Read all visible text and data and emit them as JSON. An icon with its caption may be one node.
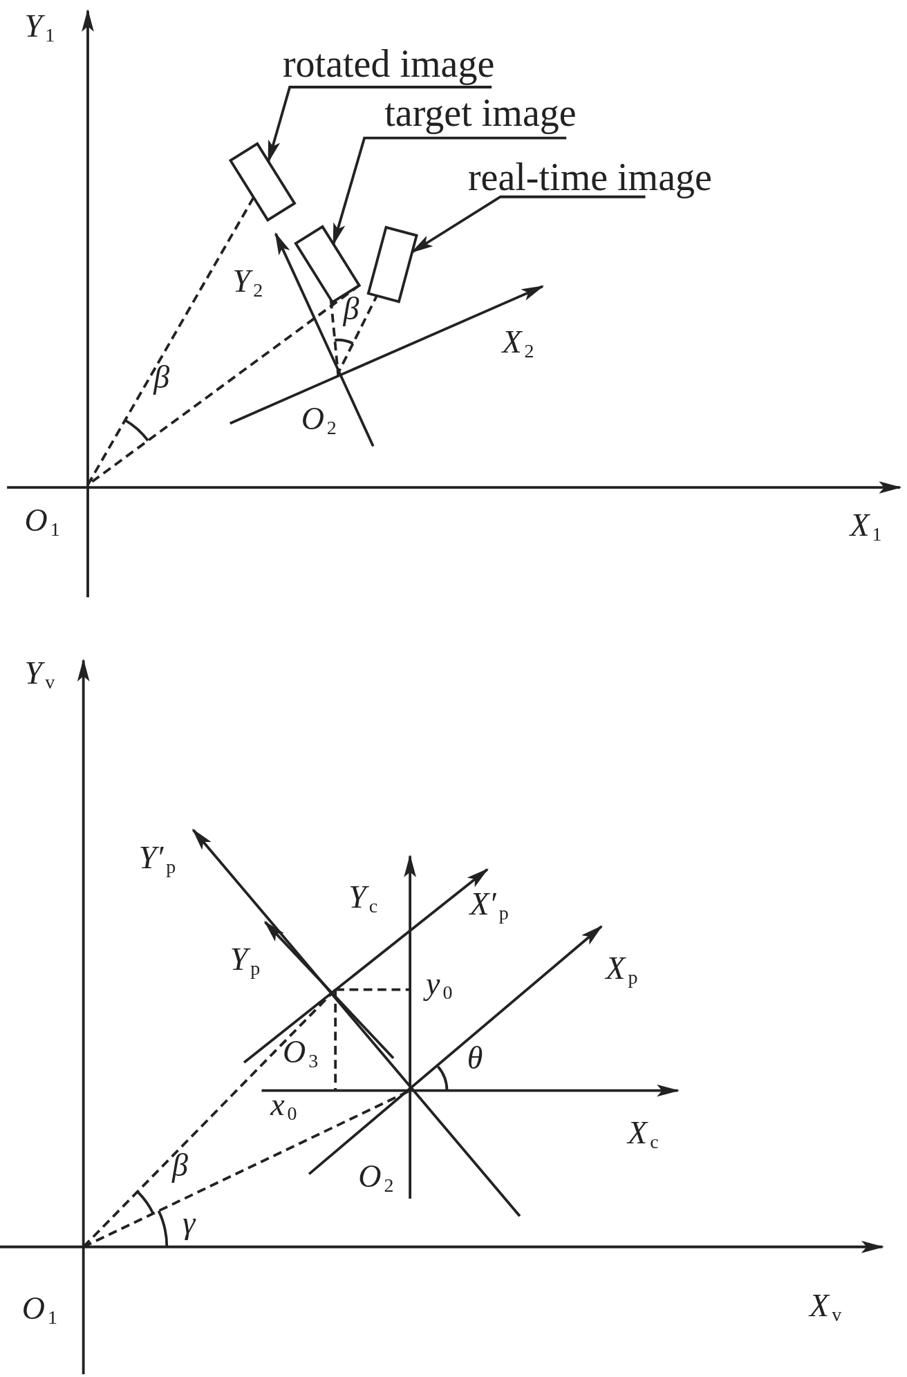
{
  "diagram": {
    "nodes": [
      {
        "text": [
          "rotated image"
        ]
      },
      {
        "text": [
          "target image"
        ]
      },
      {
        "text": [
          "real-time image"
        ]
      },
      {
        "text": [],
        "shape": "box"
      },
      {
        "text": [],
        "shape": "box"
      },
      {
        "text": [],
        "shape": "box"
      }
    ],
    "edges": [
      {
        "from": 0,
        "to": 3,
        "arrow": "to"
      },
      {
        "from": 1,
        "to": 4,
        "arrow": "to"
      },
      {
        "from": 2,
        "to": 5,
        "arrow": "to"
      },
      {
        "from": 3,
        "to": 4,
        "arrow": "none",
        "style": "dashed"
      },
      {
        "from": 4,
        "to": 5,
        "arrow": "none",
        "style": "dashed"
      }
    ],
    "labels": [
      "Y$_{1}$",
      "Y$_{2}$",
      "β",
      "X$_{2}$",
      "β",
      "O$_{2}$",
      "O$_{1}$",
      "X$_{1}$",
      "Y$_{v}$",
      "Y′$_{p}$",
      "Y$_{c}$",
      "X′$_{p}$",
      "Y$_{p}$",
      "y$_{0}$",
      "X$_{p}$",
      "O$_{3}$",
      "θ",
      "x$_{0}$",
      "X$_{c}$",
      "β",
      "O$_{2}$",
      "γ",
      "O$_{1}$",
      "X$_{v}$"
    ]
  }
}
